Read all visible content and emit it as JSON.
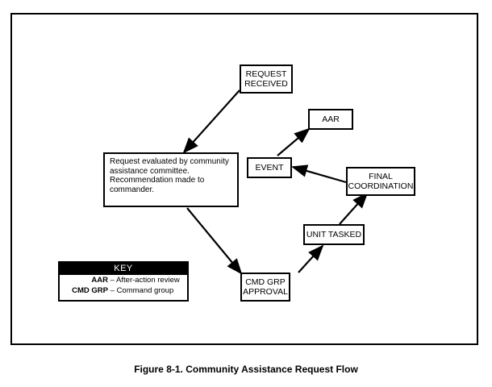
{
  "diagram": {
    "nodes": {
      "request_received": [
        "REQUEST",
        "RECEIVED"
      ],
      "request_evaluated": [
        "Request evaluated by community",
        "assistance committee.",
        "Recommendation made to",
        "commander."
      ],
      "aar": [
        "AAR"
      ],
      "event": [
        "EVENT"
      ],
      "final_coordination": [
        "FINAL",
        "COORDINATION"
      ],
      "unit_tasked": [
        "UNIT TASKED"
      ],
      "cmd_grp_approval": [
        "CMD GRP",
        "APPROVAL"
      ]
    },
    "key": {
      "title": "KEY",
      "entries": [
        {
          "abbr": "AAR",
          "meaning": "– After-action review"
        },
        {
          "abbr": "CMD GRP",
          "meaning": "– Command group"
        }
      ]
    }
  },
  "caption": "Figure 8-1.  Community Assistance Request Flow"
}
